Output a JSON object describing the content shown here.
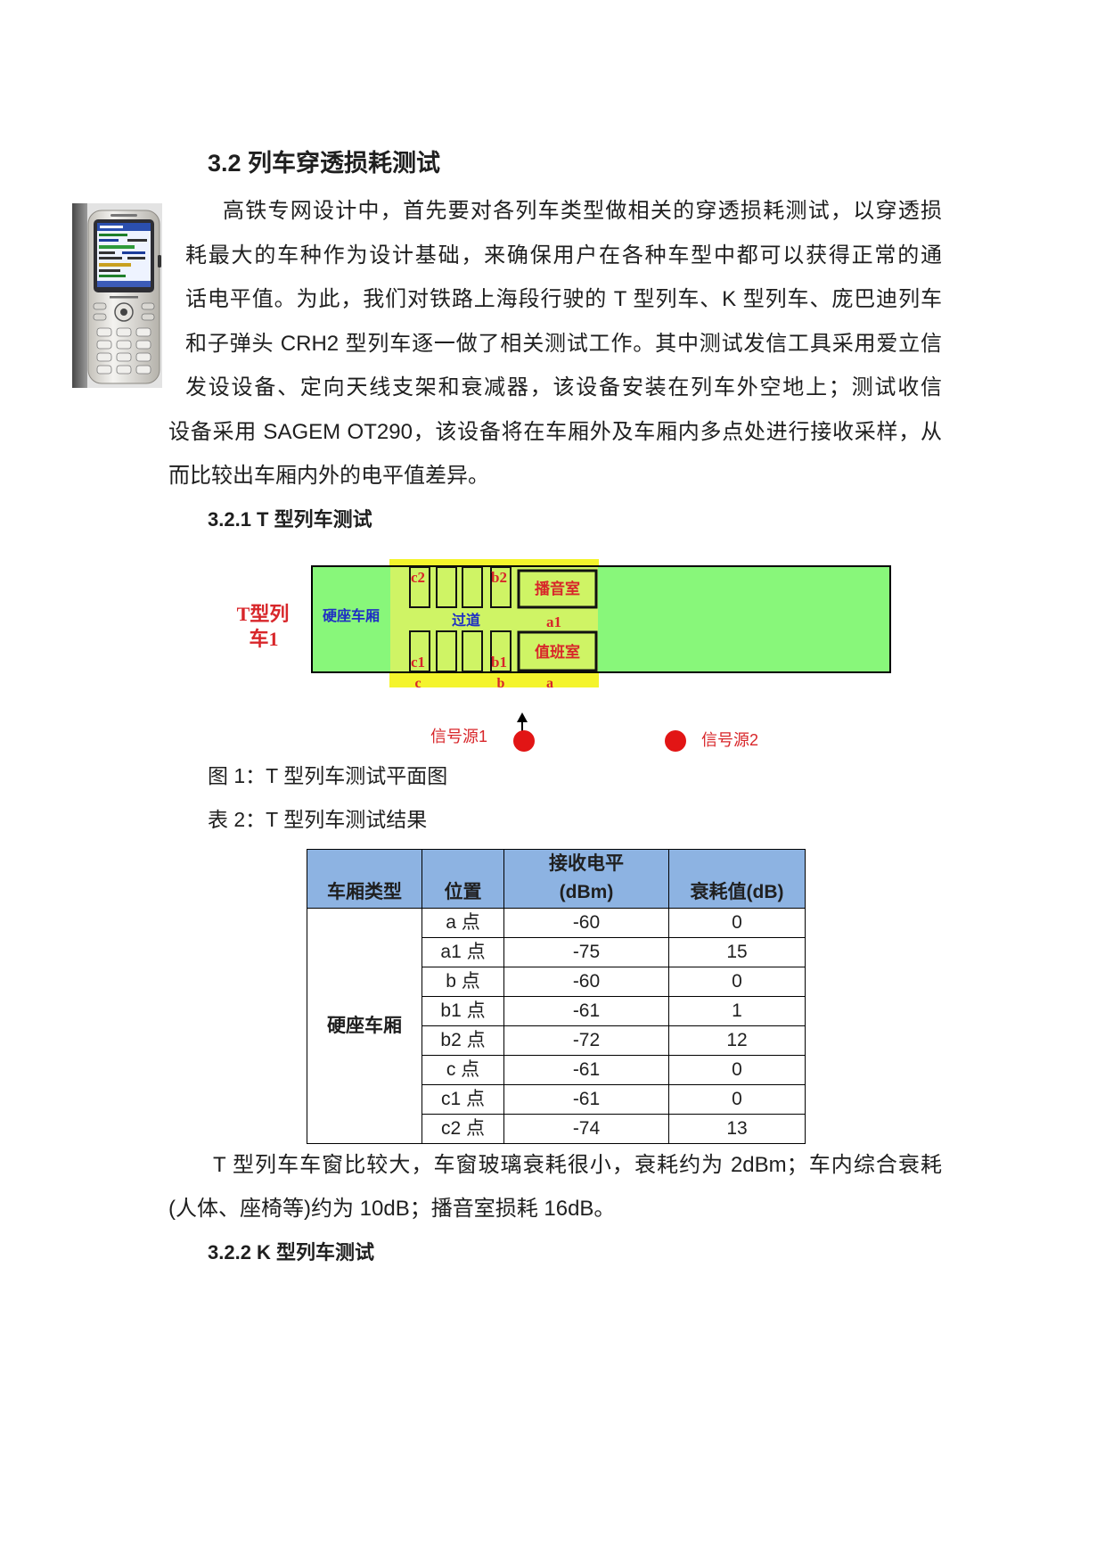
{
  "section": {
    "heading": "3.2 列车穿透损耗测试"
  },
  "intro": {
    "lines": [
      "高铁专网设计中，首先要对各列车类型做相关的穿透损耗测试，以穿透损",
      "耗最大的车种作为设计基础，来确保用户在各种车型中都可以获得正常的通",
      "话电平值。为此，我们对铁路上海段行驶的 T 型列车、K 型列车、庞巴迪列车",
      "和子弹头 CRH2 型列车逐一做了相关测试工作。其中测试发信工具采用爱立信",
      "发设设备、定向天线支架和衰减器，该设备安装在列车外空地上；测试收信",
      "设备采用 SAGEM OT290，该设备将在车厢外及车厢内多点处进行接收采样，从",
      "而比较出车厢内外的电平值差异。"
    ]
  },
  "subsection_1": {
    "heading": "3.2.1 T 型列车测试"
  },
  "figure_1": {
    "train_label": [
      "T型列",
      "车1"
    ],
    "car_label": "硬座车厢",
    "aisle_label": "过道",
    "rooms": {
      "broadcast": "播音室",
      "duty": "值班室"
    },
    "measurement_points": [
      "c2",
      "b2",
      "a1",
      "c1",
      "b1",
      "c",
      "b",
      "a"
    ],
    "sources": [
      "信号源1",
      "信号源2"
    ],
    "caption": "图 1：T 型列车测试平面图"
  },
  "table": {
    "caption": "表 2：T 型列车测试结果",
    "header": {
      "car_type": "车厢类型",
      "position": "位置",
      "rx_level_line1": "接收电平",
      "rx_level_line2": "(dBm)",
      "attenuation": "衰耗值(dB)"
    },
    "car_type": "硬座车厢",
    "rows": [
      {
        "position": "a 点",
        "rx_level": -60,
        "attenuation": 0
      },
      {
        "position": "a1 点",
        "rx_level": -75,
        "attenuation": 15
      },
      {
        "position": "b 点",
        "rx_level": -60,
        "attenuation": 0
      },
      {
        "position": "b1 点",
        "rx_level": -61,
        "attenuation": 1
      },
      {
        "position": "b2 点",
        "rx_level": -72,
        "attenuation": 12
      },
      {
        "position": "c 点",
        "rx_level": -61,
        "attenuation": 0
      },
      {
        "position": "c1 点",
        "rx_level": -61,
        "attenuation": 0
      },
      {
        "position": "c2 点",
        "rx_level": -74,
        "attenuation": 13
      }
    ]
  },
  "conclusion": {
    "lines": [
      "T 型列车车窗比较大，车窗玻璃衰耗很小，衰耗约为 2dBm；车内综合衰耗",
      "(人体、座椅等)约为 10dB；播音室损耗 16dB。"
    ]
  },
  "subsection_2": {
    "heading": "3.2.2 K 型列车测试"
  },
  "colors": {
    "text": "#1f1f1f",
    "table_header_fill": "#8db3e2",
    "train_fill": "#88f77a",
    "test_zone_fill": "#f4f42c",
    "test_zone_overlay": "#cff465",
    "label_red": "#d8262a",
    "label_blue": "#1f2fc4",
    "source_dot": "#e21515"
  }
}
